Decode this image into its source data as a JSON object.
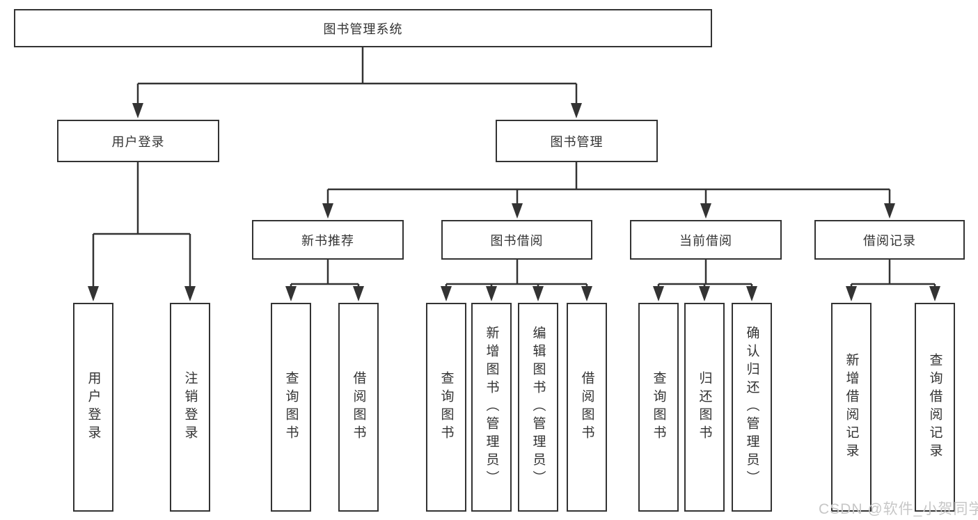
{
  "diagram_title": "图书管理系统",
  "tree": {
    "root": "图书管理系统",
    "branches": [
      {
        "label": "用户登录",
        "children": [
          "用户登录",
          "注销登录"
        ]
      },
      {
        "label": "图书管理",
        "groups": [
          {
            "label": "新书推荐",
            "children": [
              "查询图书",
              "借阅图书"
            ]
          },
          {
            "label": "图书借阅",
            "children": [
              "查询图书",
              "新增图书（管理员）",
              "编辑图书（管理员）",
              "借阅图书"
            ]
          },
          {
            "label": "当前借阅",
            "children": [
              "查询图书",
              "归还图书",
              "确认归还（管理员）"
            ]
          },
          {
            "label": "借阅记录",
            "children": [
              "新增借阅记录",
              "查询借阅记录"
            ]
          }
        ]
      }
    ]
  },
  "watermark": "CSDN @软件_小贺同学",
  "colors": {
    "line": "#333333",
    "text": "#333333",
    "watermark": "#c7c7c7",
    "background": "#ffffff"
  }
}
